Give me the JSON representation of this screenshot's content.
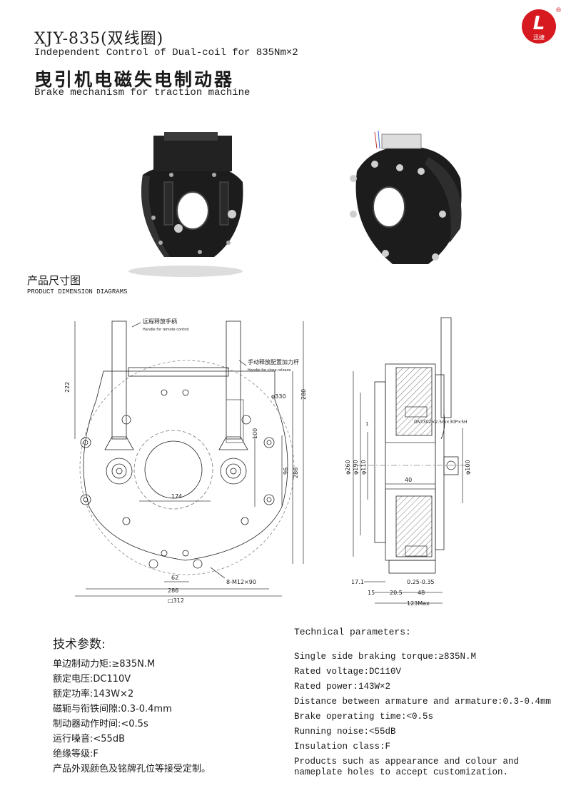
{
  "header": {
    "model": "XJY-835(双线圈)",
    "subtitle": "Independent Control of Dual-coil for 835Nm×2",
    "title_cn": "曳引机电磁失电制动器",
    "title_en": "Brake mechanism for traction machine",
    "logo_letter": "L",
    "logo_text": "迅捷",
    "logo_mark": "®"
  },
  "section": {
    "title_cn": "产品尺寸图",
    "title_en": "PRODUCT DIMENSION DIAGRAMS"
  },
  "front_view": {
    "label_handle_cn": "远程释放手柄",
    "label_handle_en": "Handle for remote control",
    "label_lever_cn": "手动释放配置加力杆",
    "label_lever_en": "Handle for close release",
    "dim_222": "222",
    "dim_phi330": "φ330",
    "dim_280": "280",
    "dim_100": "100",
    "dim_96": "96",
    "dim_286_right": "286",
    "dim_174": "174",
    "dim_62": "62",
    "dim_286_bottom": "286",
    "dim_312": "□312",
    "dim_bolts": "8-M12×90"
  },
  "side_view": {
    "dim_thread": "DNT30Z×2.5m×30P×5H",
    "dim_1": "1",
    "dim_phi260": "φ260",
    "dim_phi190": "φ190",
    "dim_phi110": "φ110",
    "dim_40": "40",
    "dim_phi100": "φ100",
    "dim_17_1": "17.1",
    "dim_gap": "0.25-0.35",
    "dim_15": "15",
    "dim_20_5": "20.5",
    "dim_48": "48",
    "dim_123": "123Max"
  },
  "tech_cn": {
    "heading": "技术参数:",
    "items": [
      "单边制动力矩:≥835N.M",
      "额定电压:DC110V",
      "额定功率:143W×2",
      "磁轭与衔铁间隙:0.3-0.4mm",
      "制动器动作时间:<0.5s",
      "运行噪音:<55dB",
      "绝缘等级:F",
      "产品外观颜色及铭牌孔位等接受定制。"
    ]
  },
  "tech_en": {
    "heading": "Technical parameters:",
    "items": [
      "Single side braking torque:≥835N.M",
      "Rated voltage:DC110V",
      "Rated power:143W×2",
      "Distance between armature and armature:0.3-0.4mm",
      "Brake operating time:<0.5s",
      "Running noise:<55dB",
      "Insulation class:F"
    ],
    "note": "Products such as appearance and colour and nameplate holes to accept customization."
  },
  "colors": {
    "logo_red": "#d71920",
    "product_black": "#1c1c1c"
  }
}
